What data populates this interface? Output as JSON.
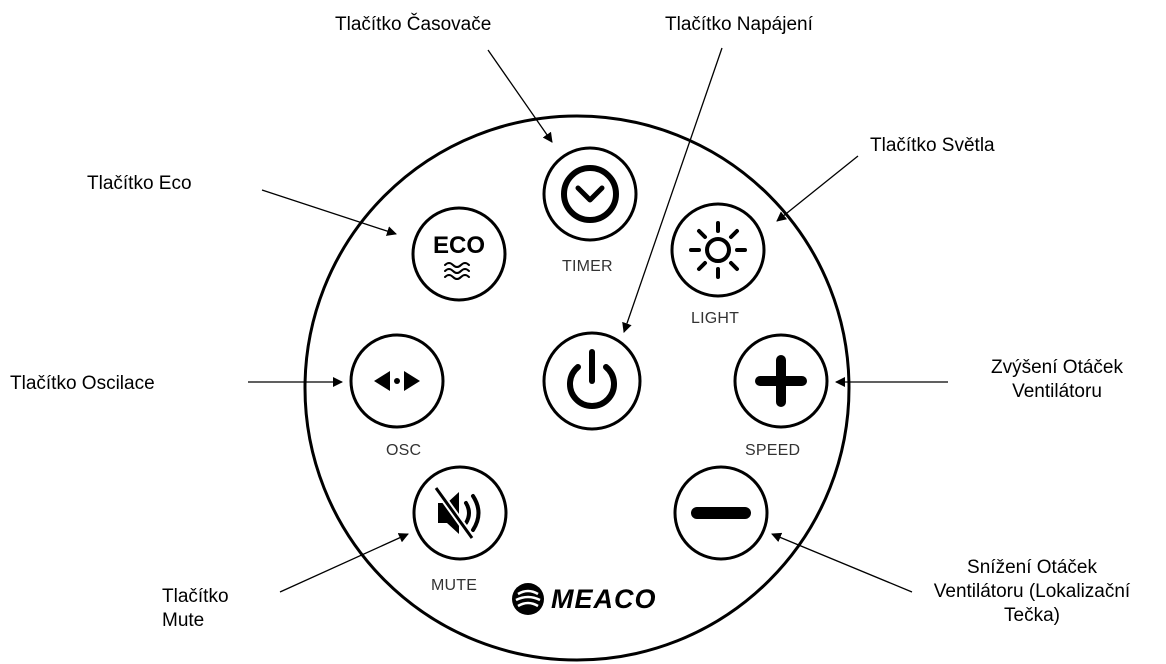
{
  "callouts": {
    "timer": "Tlačítko Časovače",
    "power": "Tlačítko Napájení",
    "light": "Tlačítko Světla",
    "eco": "Tlačítko Eco",
    "osc": "Tlačítko Oscilace",
    "speed_up_line1": "Zvýšení Otáček",
    "speed_up_line2": "Ventilátoru",
    "mute_line1": "Tlačítko",
    "mute_line2": "Mute",
    "speed_down_line1": "Snížení Otáček",
    "speed_down_line2": "Ventilátoru (Lokalizační",
    "speed_down_line3": "Tečka)"
  },
  "buttons": {
    "eco": "ECO",
    "timer": "TIMER",
    "light": "LIGHT",
    "osc": "OSC",
    "speed": "SPEED",
    "mute": "MUTE"
  },
  "brand": {
    "name": "MEACO"
  },
  "icons": [
    "clock-icon",
    "sun-icon",
    "eco-wave-icon",
    "power-icon",
    "oscillate-arrows-icon",
    "plus-icon",
    "minus-icon",
    "mute-speaker-icon",
    "meaco-logo-icon"
  ]
}
